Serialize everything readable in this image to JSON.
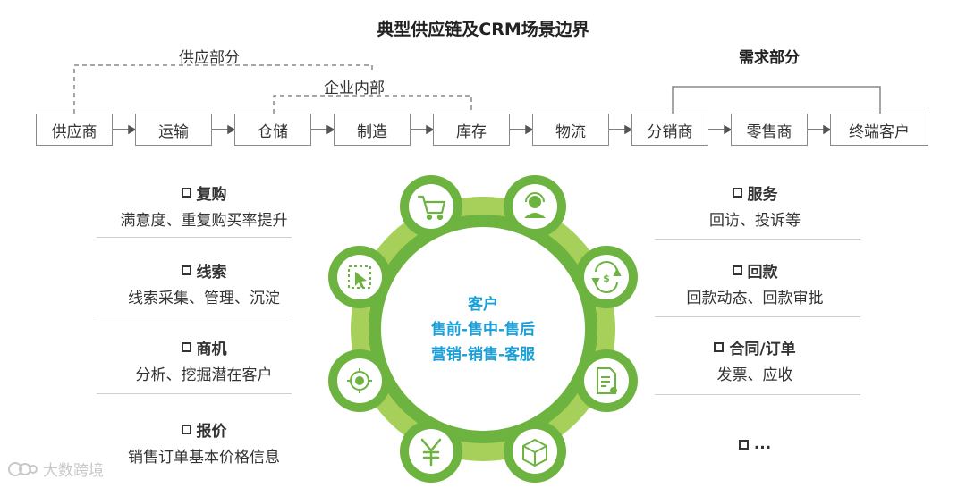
{
  "title": "典型供应链及CRM场景边界",
  "labels": {
    "supply": "供应部分",
    "inner": "企业内部",
    "demand": "需求部分"
  },
  "chain": [
    {
      "label": "供应商"
    },
    {
      "label": "运输"
    },
    {
      "label": "仓储"
    },
    {
      "label": "制造"
    },
    {
      "label": "库存"
    },
    {
      "label": "物流"
    },
    {
      "label": "分销商"
    },
    {
      "label": "零售商"
    },
    {
      "label": "终端客户"
    }
  ],
  "left_panels": [
    {
      "head": "复购",
      "desc": "满意度、重复购买率提升"
    },
    {
      "head": "线索",
      "desc": "线索采集、管理、沉淀"
    },
    {
      "head": "商机",
      "desc": "分析、挖掘潜在客户"
    },
    {
      "head": "报价",
      "desc": "销售订单基本价格信息"
    }
  ],
  "right_panels": [
    {
      "head": "服务",
      "desc": "回访、投诉等"
    },
    {
      "head": "回款",
      "desc": "回款动态、回款审批"
    },
    {
      "head": "合同/订单",
      "desc": "发票、应收"
    },
    {
      "head": "...",
      "desc": ""
    }
  ],
  "center": {
    "line1": "客户",
    "line2": "售前-售中-售后",
    "line3": "营销-销售-客服"
  },
  "ring_icons": [
    "cart-icon",
    "headset-icon",
    "refund-icon",
    "document-icon",
    "box-icon",
    "yuan-icon",
    "target-icon",
    "cursor-select-icon"
  ],
  "colors": {
    "ring_dark": "#6db33f",
    "ring_light": "#a6d05a",
    "center_text": "#1aa0d8"
  },
  "watermark": "大数跨境"
}
